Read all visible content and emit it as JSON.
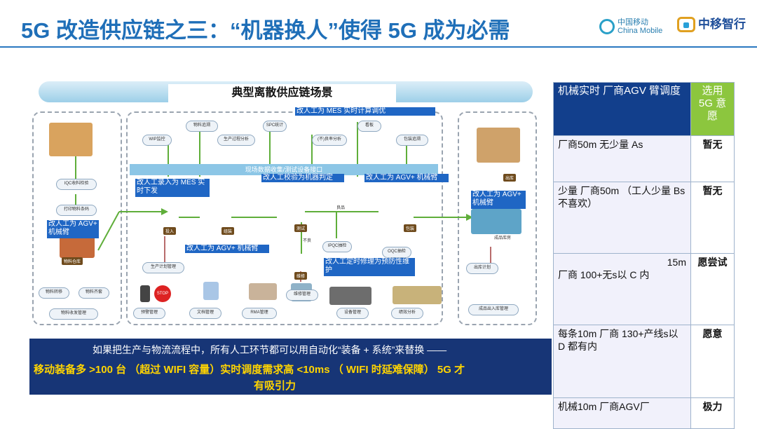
{
  "header": {
    "title": "5G 改造供应链之三：“机器换人”使得 5G 成为必需",
    "logo_cm_cn": "中国移动",
    "logo_cm_en": "China Mobile",
    "logo_zc": "中移智行"
  },
  "diagram": {
    "title": "典型离散供应链场景",
    "bus_label": "现场数据收集/测试设备接口",
    "nodes": {
      "wip": "WIP监控",
      "material_track": "物料追溯",
      "process_analysis": "生产过程分析",
      "spc": "SPC统计",
      "yield_analysis": "(不)良率分析",
      "kanban": "看板",
      "pack_mgmt": "包装追溯",
      "iqc": "IQC收料检验",
      "print_label": "打印物料条码",
      "material_warehouse": "物料仓库",
      "material_return": "物料转移",
      "material_check": "物料齐套",
      "material_mgmt": "物料收发管理",
      "prod_plan": "生产计划管理",
      "alarm_mgmt": "预警管理",
      "doc_mgmt": "文档管理",
      "rma_mgmt": "RMA管理",
      "repair_mgmt": "维修管理",
      "equip_mgmt": "设备管理",
      "perf_analysis": "绩效分析",
      "ship_plan": "出库计划",
      "finished_mgmt": "成品出入库管理",
      "ipqc": "IPQC抽检",
      "oqc": "OQC抽检",
      "good": "良品",
      "bad": "不良",
      "stop": "STOP",
      "online": "投入",
      "assembly": "组装",
      "test": "测试",
      "pack": "包装",
      "repair": "维修",
      "ship": "出库",
      "finished_store": "成品库房"
    },
    "labels": {
      "mes_calc": "改人工为 MES 实时计算调优",
      "mes_entry": "改人工录入为 MES 实时下发",
      "machine_judge": "改人工校验为机器判定",
      "agv_arm_pack": "改人工为 AGV+ 机械臂",
      "agv_arm_left": "改人工为 AGV+ 机械臂",
      "agv_arm_mid": "改人工为 AGV+ 机械臂",
      "agv_arm_right": "改人工为 AGV+ 机械臂",
      "maintenance": "改人工定时修理为预防性维护"
    }
  },
  "note": {
    "line1": "如果把生产与物流流程中，所有人工环节都可以用自动化“装备 + 系统”来替换 ——",
    "line2": "移动装备多 >100 台 （超过 WIFI 容量）实时调度需求高 <10ms （ WIFI 时延难保障） 5G 才",
    "line3": "有吸引力"
  },
  "table": {
    "header": {
      "col1": "机械实时 厂商AGV 臂调度",
      "col2": "选用 5G 意愿"
    },
    "rows": [
      {
        "desc": "厂商50m 无少量 As",
        "value": "暂无",
        "accent": false
      },
      {
        "desc": "少量 厂商50m （工人少量 Bs 不喜欢）",
        "value": "暂无",
        "accent": false
      },
      {
        "desc_prefix": "15m",
        "desc": "厂商 100+无s以 C 内",
        "value": "愿尝试",
        "accent": true
      },
      {
        "desc": "每条10m 厂商 130+产线s以 D 都有内",
        "value": "愿意",
        "accent": true
      },
      {
        "desc": "机械10m 厂商AGV厂",
        "value": "极力",
        "accent": true
      }
    ]
  },
  "colors": {
    "title": "#1f6fb8",
    "label_bg": "#1f66c4",
    "note_bg": "#173576",
    "note_text": "#ffd400",
    "table_head": "#123f8c",
    "table_head2": "#8cc63e",
    "accent_red": "#c00000"
  }
}
